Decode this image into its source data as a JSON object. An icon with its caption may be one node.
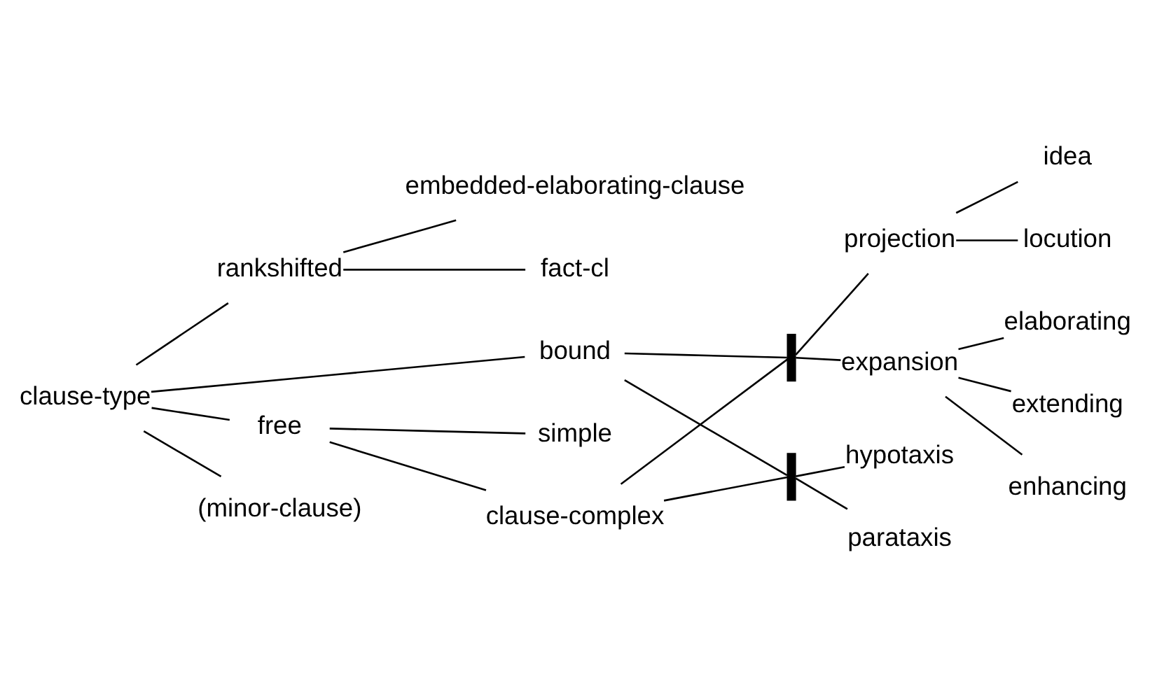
{
  "diagram": {
    "nodes": [
      {
        "text": [
          "clause-type"
        ]
      },
      {
        "text": [
          "rankshifted"
        ]
      },
      {
        "text": [
          "fact-cl"
        ]
      },
      {
        "text": [
          "embedded-elaborating-clause"
        ]
      },
      {
        "text": [
          "bound"
        ]
      },
      {
        "text": [],
        "shape": "bar"
      },
      {
        "text": [
          "projection"
        ]
      },
      {
        "text": [
          "locution"
        ]
      },
      {
        "text": [
          "idea"
        ]
      },
      {
        "text": [
          "expansion"
        ]
      },
      {
        "text": [
          "elaborating"
        ]
      },
      {
        "text": [
          "extending"
        ]
      },
      {
        "text": [
          "enhancing"
        ]
      },
      {
        "text": [],
        "shape": "bar"
      },
      {
        "text": [
          "hypotaxis"
        ]
      },
      {
        "text": [
          "parataxis"
        ]
      },
      {
        "text": [
          "free"
        ]
      },
      {
        "text": [
          "clause-complex"
        ]
      },
      {
        "text": [
          "simple"
        ]
      },
      {
        "text": [
          "(minor-clause)"
        ]
      }
    ],
    "edges": [
      {
        "from": 0,
        "to": 1,
        "arrow": "none"
      },
      {
        "from": 0,
        "to": 4,
        "arrow": "none"
      },
      {
        "from": 0,
        "to": 16,
        "arrow": "none"
      },
      {
        "from": 0,
        "to": 19,
        "arrow": "none"
      },
      {
        "from": 1,
        "to": 2,
        "arrow": "none"
      },
      {
        "from": 1,
        "to": 3,
        "arrow": "none"
      },
      {
        "from": 4,
        "to": 5,
        "arrow": "none"
      },
      {
        "from": 4,
        "to": 13,
        "arrow": "none"
      },
      {
        "from": 17,
        "to": 5,
        "arrow": "none"
      },
      {
        "from": 17,
        "to": 13,
        "arrow": "none"
      },
      {
        "from": 5,
        "to": 6,
        "arrow": "none"
      },
      {
        "from": 5,
        "to": 9,
        "arrow": "none"
      },
      {
        "from": 6,
        "to": 7,
        "arrow": "none"
      },
      {
        "from": 6,
        "to": 8,
        "arrow": "none"
      },
      {
        "from": 9,
        "to": 10,
        "arrow": "none"
      },
      {
        "from": 9,
        "to": 11,
        "arrow": "none"
      },
      {
        "from": 9,
        "to": 12,
        "arrow": "none"
      },
      {
        "from": 13,
        "to": 14,
        "arrow": "none"
      },
      {
        "from": 13,
        "to": 15,
        "arrow": "none"
      },
      {
        "from": 16,
        "to": 17,
        "arrow": "none"
      },
      {
        "from": 16,
        "to": 18,
        "arrow": "none"
      }
    ]
  }
}
